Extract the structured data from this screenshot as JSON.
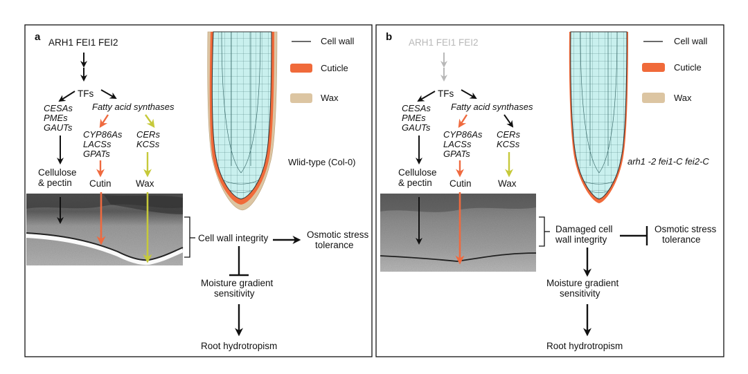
{
  "panel_a": {
    "label": "a",
    "genes": "ARH1 FEI1 FEI2",
    "tfs": "TFs",
    "wall_genes": [
      "CESAs",
      "PMEs",
      "GAUTs"
    ],
    "fatty": "Fatty acid synthases",
    "cutin_genes": [
      "CYP86As",
      "LACSs",
      "GPATs"
    ],
    "wax_genes": [
      "CERs",
      "KCSs"
    ],
    "cellulose": [
      "Cellulose",
      "& pectin"
    ],
    "cutin": "Cutin",
    "wax": "Wax",
    "integrity": "Cell wall integrity",
    "osmotic": [
      "Osmotic stress",
      "tolerance"
    ],
    "moisture": [
      "Moisture gradient",
      "sensitivity"
    ],
    "hydro": "Root hydrotropism",
    "genotype": "Wlid-type (Col-0)"
  },
  "panel_b": {
    "label": "b",
    "genes": "ARH1 FEI1 FEI2",
    "tfs": "TFs",
    "wall_genes": [
      "CESAs",
      "PMEs",
      "GAUTs"
    ],
    "fatty": "Fatty acid synthases",
    "cutin_genes": [
      "CYP86As",
      "LACSs",
      "GPATs"
    ],
    "wax_genes": [
      "CERs",
      "KCSs"
    ],
    "cellulose": [
      "Cellulose",
      "& pectin"
    ],
    "cutin": "Cutin",
    "wax": "Wax",
    "integrity": [
      "Damaged cell",
      "wall integrity"
    ],
    "osmotic": [
      "Osmotic stress",
      "tolerance"
    ],
    "moisture": [
      "Moisture gradient",
      "sensitivity"
    ],
    "hydro": "Root hydrotropism",
    "genotype": "arh1 -2 fei1-C fei2-C"
  },
  "legend": {
    "cell_wall": "Cell wall",
    "cuticle": "Cuticle",
    "wax": "Wax"
  },
  "colors": {
    "cuticle": "#f06a3a",
    "wax": "#dcc5a2",
    "cutin_arrow": "#ef6a3f",
    "wax_arrow": "#c6c93a",
    "grey_genes": "#b8b8b8",
    "root_fill": "#c9f0ee"
  }
}
